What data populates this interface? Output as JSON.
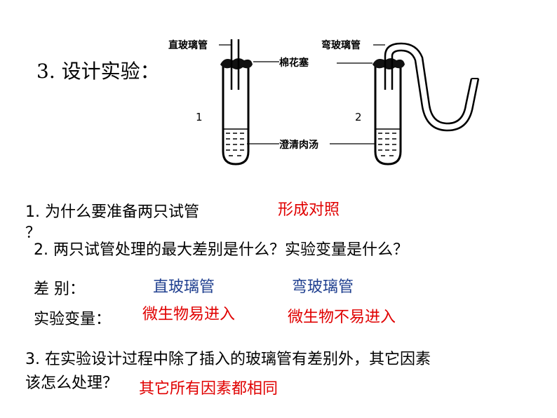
{
  "heading": "3. 设计实验：",
  "diagram": {
    "labels": {
      "straight_tube": "直玻璃管",
      "curved_tube": "弯玻璃管",
      "cotton_plug": "棉花塞",
      "broth": "澄清肉汤"
    },
    "tube_numbers": [
      "1",
      "2"
    ]
  },
  "q1": {
    "text_line1": "1. 为什么要准备两只试管",
    "text_line2": "？",
    "answer": "形成对照"
  },
  "q2": {
    "text": "2. 两只试管处理的最大差别是什么？实验变量是什么？"
  },
  "difference": {
    "label": "差  别：",
    "left": "直玻璃管",
    "right": "弯玻璃管"
  },
  "variable": {
    "label": "实验变量：",
    "left": "微生物易进入",
    "right": "微生物不易进入"
  },
  "q3": {
    "line1": "3. 在实验设计过程中除了插入的玻璃管有差别外，其它因素",
    "line2": "该怎么处理？",
    "answer": "其它所有因素都相同"
  },
  "colors": {
    "answer_red": "#e00000",
    "blue": "#1f3f8f"
  }
}
